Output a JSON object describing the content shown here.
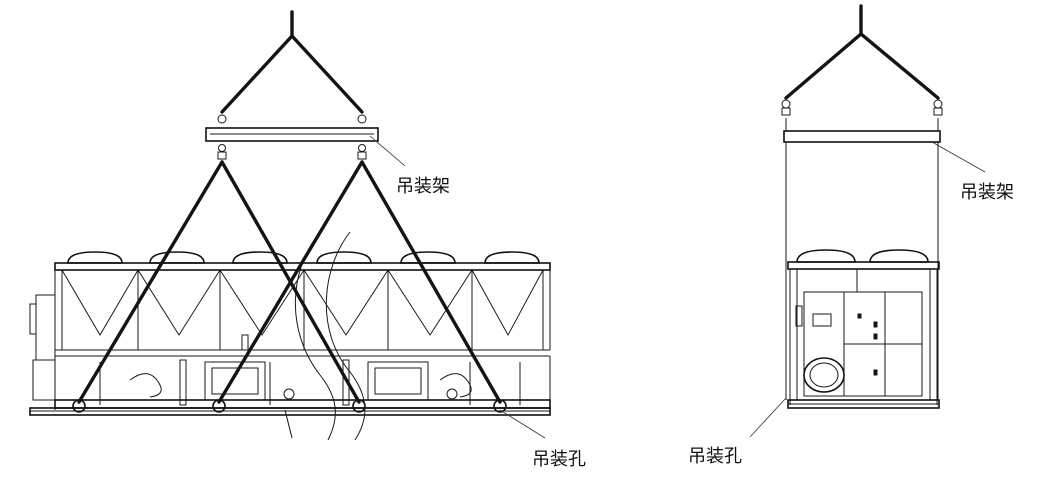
{
  "labels": {
    "left_frame": "吊装架",
    "left_hole": "吊装孔",
    "right_frame": "吊装架",
    "right_hole": "吊装孔"
  }
}
